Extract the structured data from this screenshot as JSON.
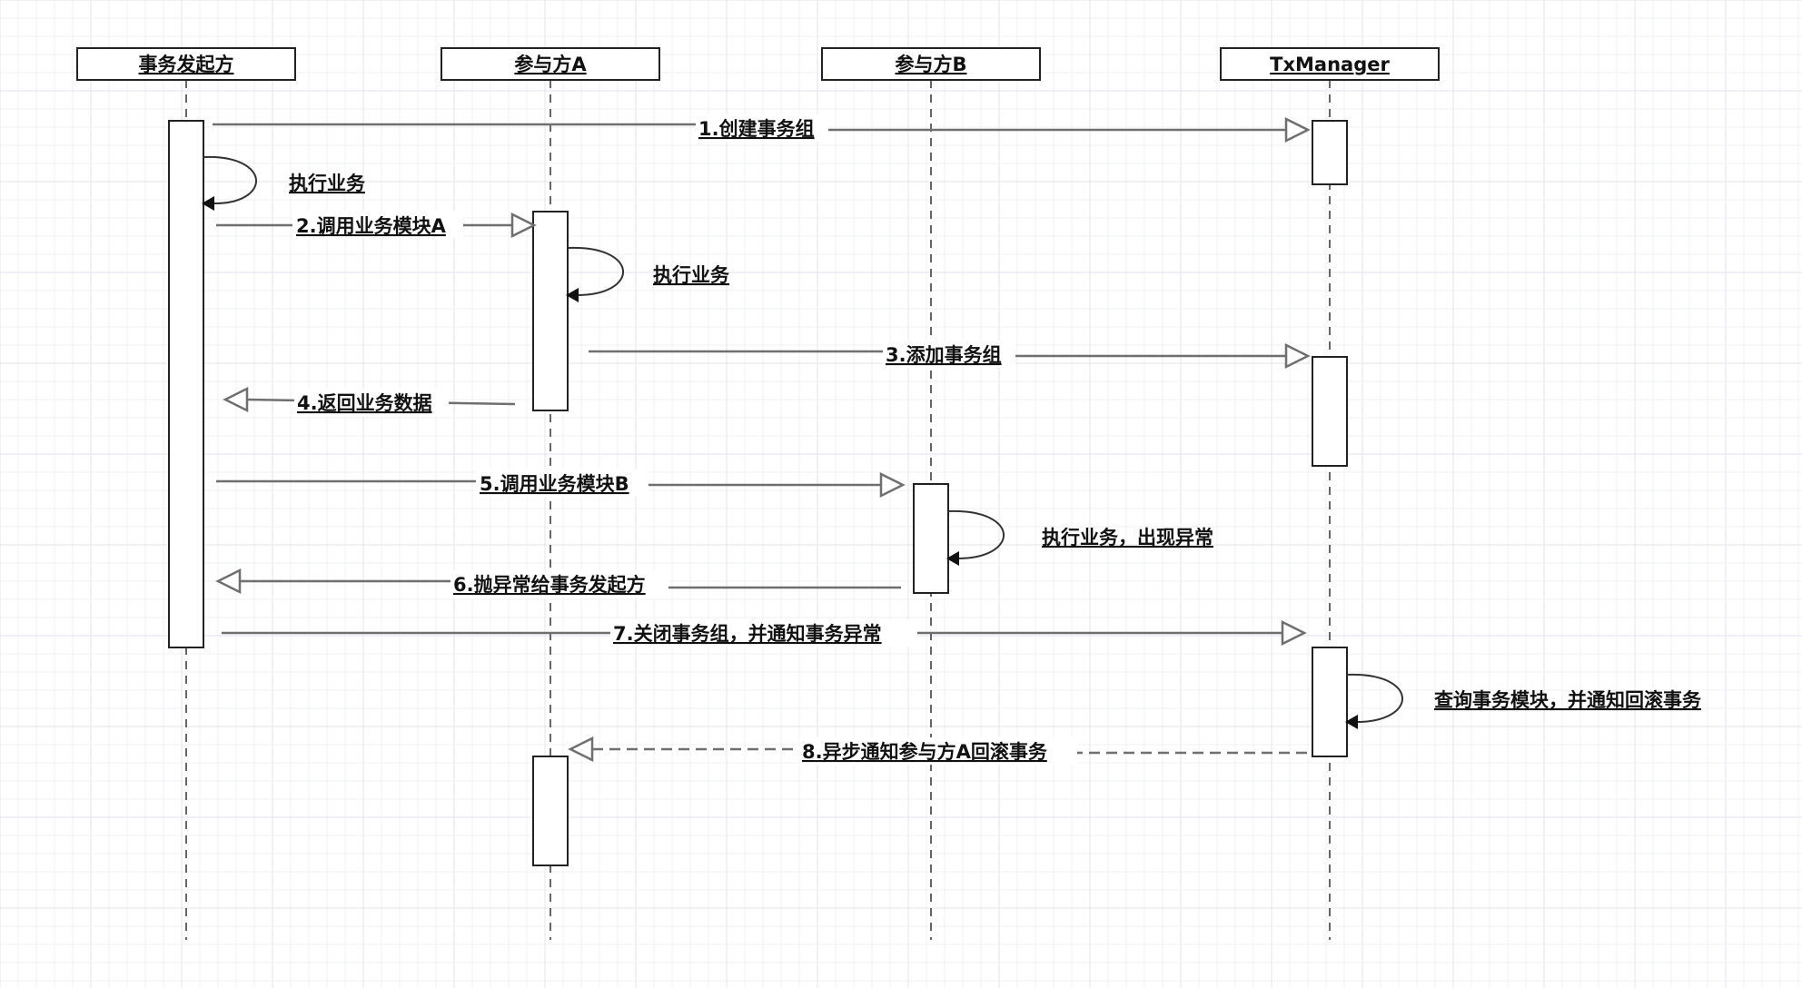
{
  "diagram": {
    "type": "sequence",
    "participants": [
      {
        "id": "p1",
        "label": "事务发起方"
      },
      {
        "id": "p2",
        "label": "参与方A"
      },
      {
        "id": "p3",
        "label": "参与方B"
      },
      {
        "id": "p4",
        "label": "TxManager"
      }
    ],
    "messages": [
      {
        "from": "p1",
        "to": "p4",
        "kind": "sync",
        "label": "1.创建事务组"
      },
      {
        "from": "p1",
        "to": "p1",
        "kind": "self",
        "label": "执行业务"
      },
      {
        "from": "p1",
        "to": "p2",
        "kind": "sync",
        "label": "2.调用业务模块A"
      },
      {
        "from": "p2",
        "to": "p2",
        "kind": "self",
        "label": "执行业务"
      },
      {
        "from": "p2",
        "to": "p4",
        "kind": "sync",
        "label": "3.添加事务组"
      },
      {
        "from": "p2",
        "to": "p1",
        "kind": "return",
        "label": "4.返回业务数据"
      },
      {
        "from": "p1",
        "to": "p3",
        "kind": "sync",
        "label": "5.调用业务模块B"
      },
      {
        "from": "p3",
        "to": "p3",
        "kind": "self",
        "label": "执行业务，出现异常"
      },
      {
        "from": "p3",
        "to": "p1",
        "kind": "return",
        "label": "6.抛异常给事务发起方"
      },
      {
        "from": "p1",
        "to": "p4",
        "kind": "sync",
        "label": "7.关闭事务组，并通知事务异常"
      },
      {
        "from": "p4",
        "to": "p4",
        "kind": "self",
        "label": "查询事务模块，并通知回滚事务"
      },
      {
        "from": "p4",
        "to": "p2",
        "kind": "async",
        "label": "8.异步通知参与方A回滚事务"
      }
    ]
  },
  "colors": {
    "background": "#ffffff",
    "grid": "#e2e5ee",
    "line": "#6f6f6f",
    "text": "#111111"
  }
}
